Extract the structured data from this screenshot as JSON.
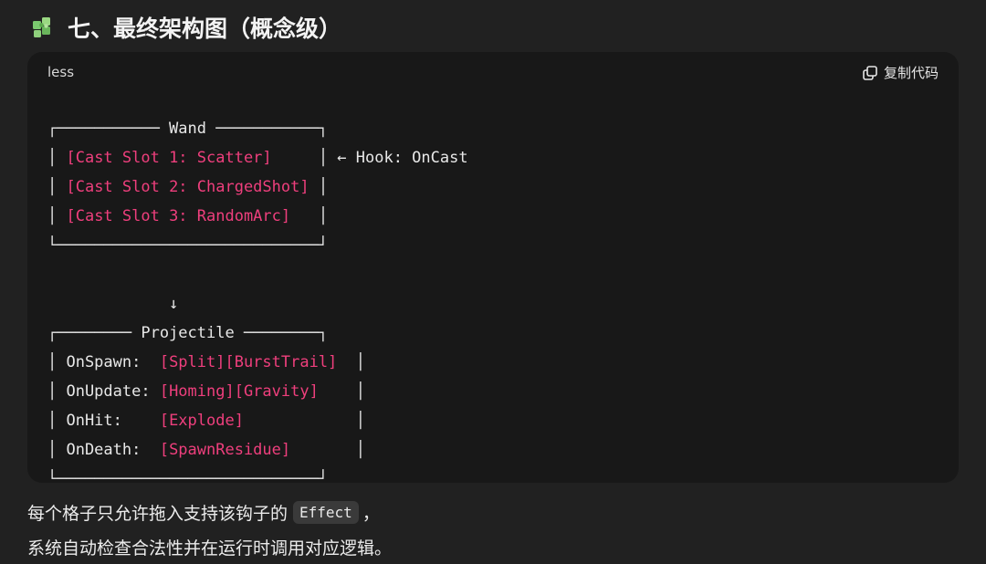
{
  "heading": {
    "icon": "puzzle-piece-icon",
    "title": "七、最终架构图（概念级）"
  },
  "code_block": {
    "language": "less",
    "copy_label": "复制代码",
    "copy_icon": "copy-icon",
    "lines": [
      "┌─────────── Wand ───────────┐",
      "│ [Cast Slot 1: Scatter]     │ ← Hook: OnCast",
      "│ [Cast Slot 2: ChargedShot] │",
      "│ [Cast Slot 3: RandomArc]   │",
      "└────────────────────────────┘",
      "",
      "             ↓",
      "┌──────── Projectile ────────┐",
      "│ OnSpawn:  [Split][BurstTrail]  │",
      "│ OnUpdate: [Homing][Gravity]    │",
      "│ OnHit:    [Explode]            │",
      "│ OnDeath:  [SpawnResidue]       │",
      "└────────────────────────────┘"
    ]
  },
  "paragraph": {
    "line1_before": "每个格子只允许拖入支持该钩子的",
    "inline_code": "Effect",
    "line1_after": "，",
    "line2": "系统自动检查合法性并在运行时调用对应逻辑。"
  },
  "colors": {
    "page_bg": "#212121",
    "code_bg": "#181818",
    "highlight": "#ef3f7d"
  }
}
